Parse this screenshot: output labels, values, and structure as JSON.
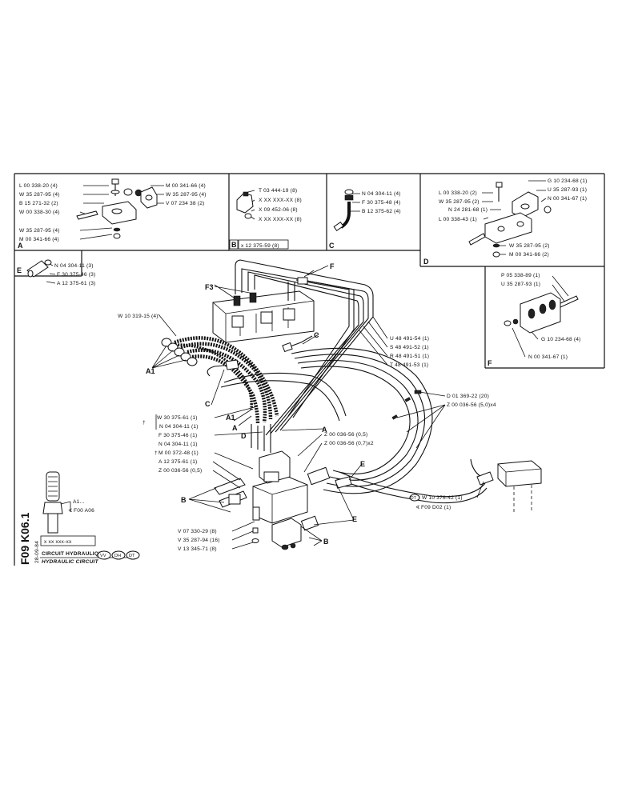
{
  "sheet": {
    "code": "F09 K06.1",
    "ref_box": "x xx xxx-xx",
    "title_fr": "CIRCUIT HYDRAULIQUE",
    "title_en": "HYDRAULIC CIRCUIT",
    "date": "28-09-84",
    "variants": [
      "VV",
      "DH",
      "DT"
    ]
  },
  "panel_a": {
    "tag": "A",
    "parts": [
      "L 00 338-20 (4)",
      "W 35 287-95 (4)",
      "B 15 271-32 (2)",
      "W 00 338-30 (4)",
      "W 35 287-95 (4)",
      "M 00 341-66 (4)"
    ],
    "parts_right": [
      "M 00 341-66 (4)",
      "W 35 287-95 (4)",
      "V 07 234 38 (2)"
    ]
  },
  "panel_b": {
    "tag": "B",
    "parts": [
      "T 03 444-19 (8)",
      "X XX XXX-XX (8)",
      "X 09 452-06 (8)",
      "X XX XXX-XX (8)"
    ],
    "assembly": "x 12 375-59 (8)"
  },
  "panel_c": {
    "tag": "C",
    "parts": [
      "N 04 304-11 (4)",
      "F 30 375-48 (4)",
      "B 12 375-62 (4)"
    ]
  },
  "panel_d": {
    "tag": "D",
    "parts": [
      "G 10 234-68 (1)",
      "U 35 287-93 (1)",
      "N 00 341-67 (1)",
      "N 24 281-68 (1)"
    ],
    "parts_left": [
      "L 00 338-20 (2)",
      "W 35 287-95 (2)",
      "L 00 338-43 (1)"
    ],
    "parts_bottom": [
      "W 35 287-95 (2)",
      "M 00 341-66 (2)"
    ]
  },
  "panel_e": {
    "tag": "E",
    "parts": [
      "N 04 304-11 (3)",
      "F 30 375-46 (3)",
      "A 12 375-61 (3)"
    ]
  },
  "panel_f": {
    "tag": "F",
    "parts_top": [
      "P 05 338-89 (1)",
      "U 35 287-93 (1)"
    ],
    "parts_bottom": [
      "G 10 234-68 (4)",
      "N 00 341-67 (1)"
    ]
  },
  "main": {
    "w_hose": "W 10 319-15 (4)",
    "right_parts": [
      "U 48 491-54 (1)",
      "S 48 491-52 (1)",
      "R 48 491-51 (1)",
      "T 48 491-53 (1)"
    ],
    "clip_parts": [
      "D 01 369-22 (20)",
      "Z 00 036-56 (5,0)x4"
    ],
    "left_block": [
      "W 30 375-61 (1)",
      "N 04 304-11 (1)",
      "F 30 375-46 (1)",
      "N 04 304-11 (1)",
      "M 00 372-48 (1)",
      "A 12 375-61 (1)",
      "Z 00 036-56 (0,5)"
    ],
    "center_parts": [
      "Z 00 036-56 (0,5)",
      "Z 00 036-56 (0,7)x2"
    ],
    "bottom_parts": [
      "V 07 330-29 (8)",
      "V 35 287-94 (16)",
      "V 13 345-71 (8)"
    ],
    "dt_parts": [
      "W 10 376-42 (1)",
      "F09 D02 (1)"
    ],
    "dt_tag": "DT",
    "inset_parts": [
      "A1...",
      "F00 A06"
    ],
    "callouts": {
      "f": "F",
      "f3": "F3",
      "a1": "A1",
      "a1b": "A1",
      "c1": "C",
      "c2": "C",
      "a": "A",
      "a2": "A",
      "d": "D",
      "b1": "B",
      "b2": "B",
      "e1": "E",
      "e2": "E"
    }
  }
}
